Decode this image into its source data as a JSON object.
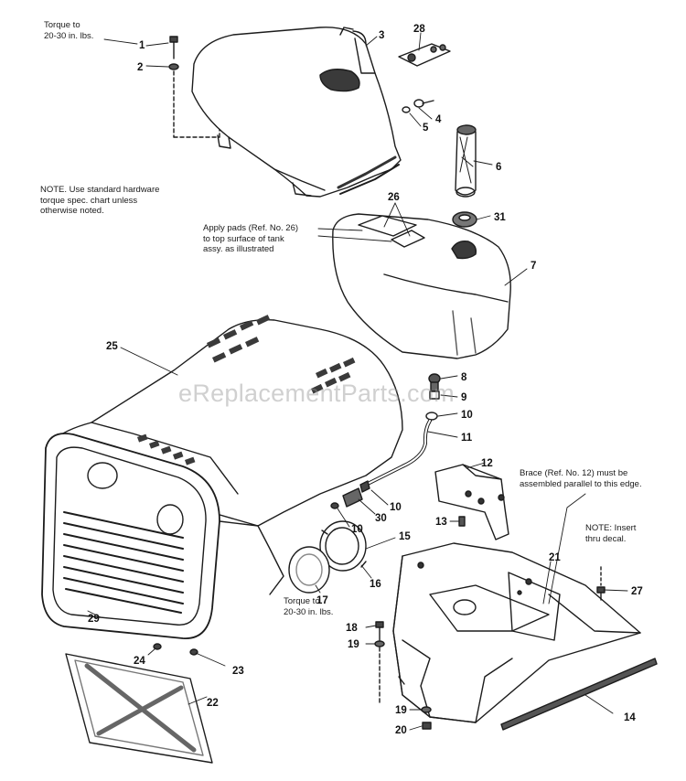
{
  "notes": {
    "torque_top": "Torque to\n20-30 in. lbs.",
    "hardware": "NOTE. Use standard hardware\ntorque spec. chart unless\notherwise noted.",
    "pads": "Apply pads (Ref. No. 26)\nto top surface of tank\nassy. as illustrated",
    "brace": "Brace (Ref. No. 12) must be\nassembled parallel to this edge.",
    "insert": "NOTE: Insert\nthru decal.",
    "torque_bottom": "Torque to\n20-30 in. lbs."
  },
  "watermark": "eReplacementParts.com",
  "callouts": [
    "1",
    "2",
    "3",
    "28",
    "4",
    "5",
    "6",
    "26",
    "31",
    "7",
    "25",
    "8",
    "9",
    "10",
    "11",
    "12",
    "13",
    "10",
    "30",
    "10",
    "15",
    "16",
    "17",
    "21",
    "27",
    "18",
    "19",
    "29",
    "24",
    "23",
    "22",
    "19",
    "20",
    "14"
  ],
  "colors": {
    "line": "#1c1c1c",
    "shade": "#6f6f6f",
    "dark": "#2a2a2a",
    "watermark": "#969696"
  }
}
